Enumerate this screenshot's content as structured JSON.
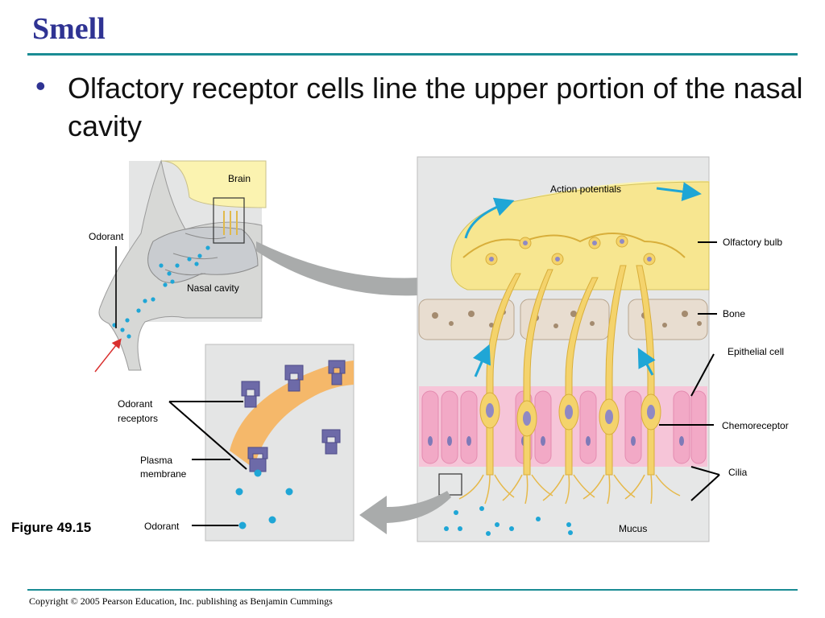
{
  "slide": {
    "title": "Smell",
    "bullet": "Olfactory receptor cells line the upper portion of the nasal cavity",
    "figure_label": "Figure 49.15",
    "copyright": "Copyright © 2005 Pearson Education, Inc. publishing as Benjamin Cummings"
  },
  "head_panel": {
    "brain": "Brain",
    "odorant": "Odorant",
    "nasal_cavity": "Nasal cavity"
  },
  "receptor_panel": {
    "odorant_receptors_1": "Odorant",
    "odorant_receptors_2": "receptors",
    "plasma_membrane_1": "Plasma",
    "plasma_membrane_2": "membrane",
    "odorant": "Odorant"
  },
  "tissue_panel": {
    "action_potentials": "Action potentials",
    "olfactory_bulb": "Olfactory bulb",
    "bone": "Bone",
    "epithelial_cell": "Epithelial cell",
    "chemoreceptor": "Chemoreceptor",
    "cilia": "Cilia",
    "mucus": "Mucus"
  },
  "colors": {
    "title": "#2f3393",
    "rule": "#1a8c94",
    "brain": "#fbf3b0",
    "neuron": "#f4d36c",
    "bone": "#e8ddd0",
    "epithelium": "#f6c5d8",
    "odorant": "#1fa6d6",
    "receptor": "#6d6aa8",
    "membrane": "#f5b86a"
  }
}
